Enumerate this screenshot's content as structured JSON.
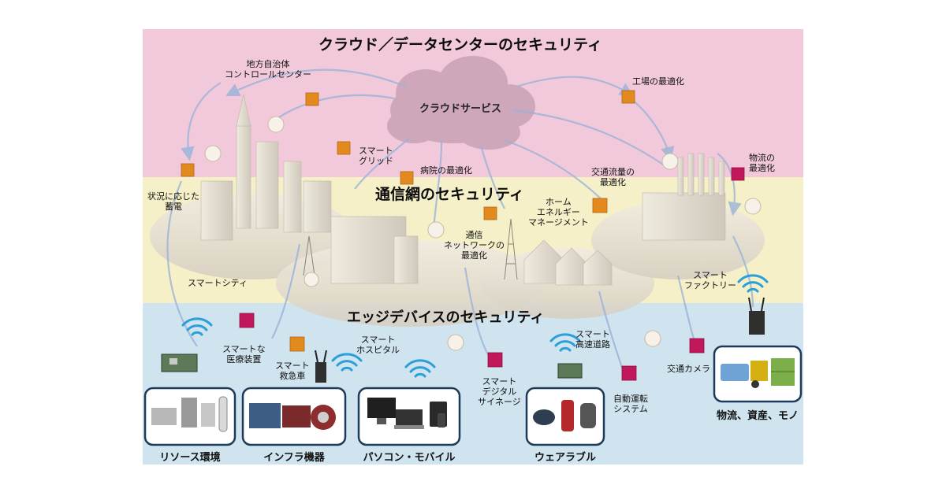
{
  "layers": {
    "cloud": {
      "title": "クラウド／データセンターのセキュリティ",
      "color": "#f1c9da"
    },
    "network": {
      "title": "通信網のセキュリティ",
      "color": "#f5f0c8"
    },
    "edge": {
      "title": "エッジデバイスのセキュリティ",
      "color": "#cfe4ee"
    }
  },
  "cloud_service": "クラウドサービス",
  "labels": {
    "local_gov": [
      "地方自治体",
      "コントロールセンター"
    ],
    "factory_opt": "工場の最適化",
    "smart_grid": [
      "スマート",
      "グリッド"
    ],
    "hospital_opt": "病院の最適化",
    "logistics_opt": [
      "物流の",
      "最適化"
    ],
    "traffic_opt": [
      "交通流量の",
      "最適化"
    ],
    "storage": [
      "状況に応じた",
      "蓄電"
    ],
    "home_energy": [
      "ホーム",
      "エネルギー",
      "マネージメント"
    ],
    "network_opt": [
      "通信",
      "ネットワークの",
      "最適化"
    ],
    "smart_city": "スマートシティ",
    "smart_factory": [
      "スマート",
      "ファクトリー"
    ],
    "medical_device": [
      "スマートな",
      "医療装置"
    ],
    "ambulance": [
      "スマート",
      "救急車"
    ],
    "smart_hospital": [
      "スマート",
      "ホスピタル"
    ],
    "smart_highway": [
      "スマート",
      "高速道路"
    ],
    "digital_signage": [
      "スマート",
      "デジタル",
      "サイネージ"
    ],
    "autonomous": [
      "自動運転",
      "システム"
    ],
    "traffic_camera": "交通カメラ"
  },
  "categories": {
    "resources": "リソース環境",
    "infra": "インフラ機器",
    "pc_mobile": "パソコン・モバイル",
    "wearable": "ウェアラブル",
    "logistics": "物流、資産、モノ"
  },
  "colors": {
    "node_red": "#c2185b",
    "node_orange": "#e38a1e",
    "wifi": "#2a9fd8",
    "box_border": "#1d3a5a",
    "arrow": "#9ab3d8"
  }
}
